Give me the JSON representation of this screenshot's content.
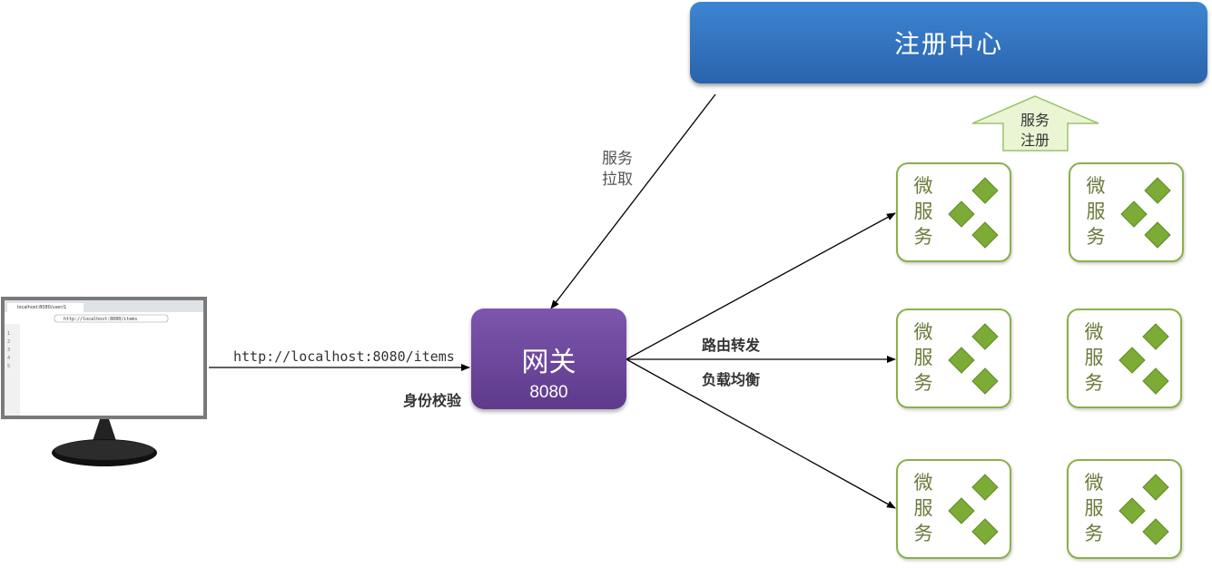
{
  "registry": {
    "label": "注册中心"
  },
  "registration": {
    "label_line1": "服务",
    "label_line2": "注册"
  },
  "pull": {
    "label_line1": "服务",
    "label_line2": "拉取"
  },
  "gateway": {
    "name": "网关",
    "port": "8080"
  },
  "client": {
    "url": "http://localhost:8080/items",
    "auth_label": "身份校验",
    "browser_tab": "localhost:8080/user/1",
    "browser_address": "http://localhost:8080/items",
    "line_numbers": [
      "1",
      "2",
      "3",
      "4",
      "5"
    ]
  },
  "routing": {
    "route_label": "路由转发",
    "balance_label": "负载均衡"
  },
  "microservice": {
    "line1": "微",
    "line2": "服",
    "line3": "务"
  },
  "colors": {
    "registry": "#3578c8",
    "gateway": "#6f4a9c",
    "service_border": "#8ab04a",
    "diamond": "#7cab36"
  },
  "icons": {
    "diamond": "diamond-icon"
  }
}
